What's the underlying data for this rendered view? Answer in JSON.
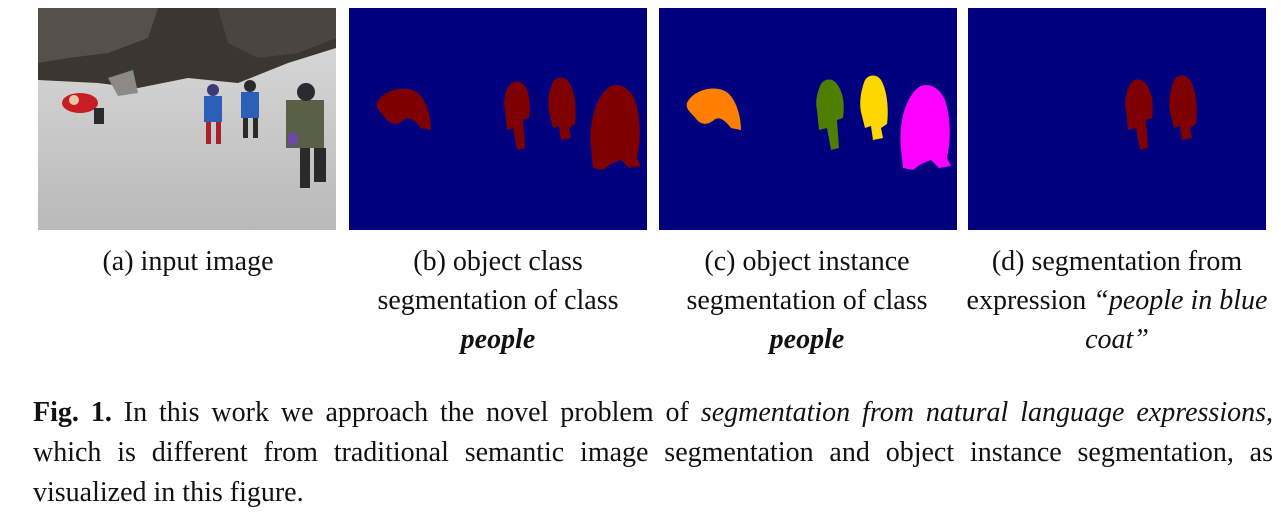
{
  "colors": {
    "background_class": "#00007f",
    "people_class": "#7f0000",
    "instance_orange": "#ff7f00",
    "instance_olive": "#4f7f00",
    "instance_yellow": "#ffd700",
    "instance_magenta": "#ff00ff"
  },
  "panels": [
    {
      "id": "a",
      "caption_prefix": "(a) input image",
      "caption_bold": "",
      "image_content": "input-photo"
    },
    {
      "id": "b",
      "caption_prefix": "(b) object class segmentation of class ",
      "caption_bold": "people",
      "image_content": "class-segmentation-mask"
    },
    {
      "id": "c",
      "caption_prefix": "(c) object instance segmentation of class ",
      "caption_bold": "people",
      "image_content": "instance-segmentation-mask"
    },
    {
      "id": "d",
      "caption_prefix": "(d) segmentation from expression ",
      "caption_italic": "“people in blue coat”",
      "image_content": "expression-segmentation-mask"
    }
  ],
  "figure_caption": {
    "label": "Fig. 1.",
    "text_1": " In this work we approach the novel problem of ",
    "emphasis": "segmentation from natural language expressions",
    "text_2": ", which is different from traditional semantic image segmentation and object instance segmentation, as visualized in this figure."
  }
}
